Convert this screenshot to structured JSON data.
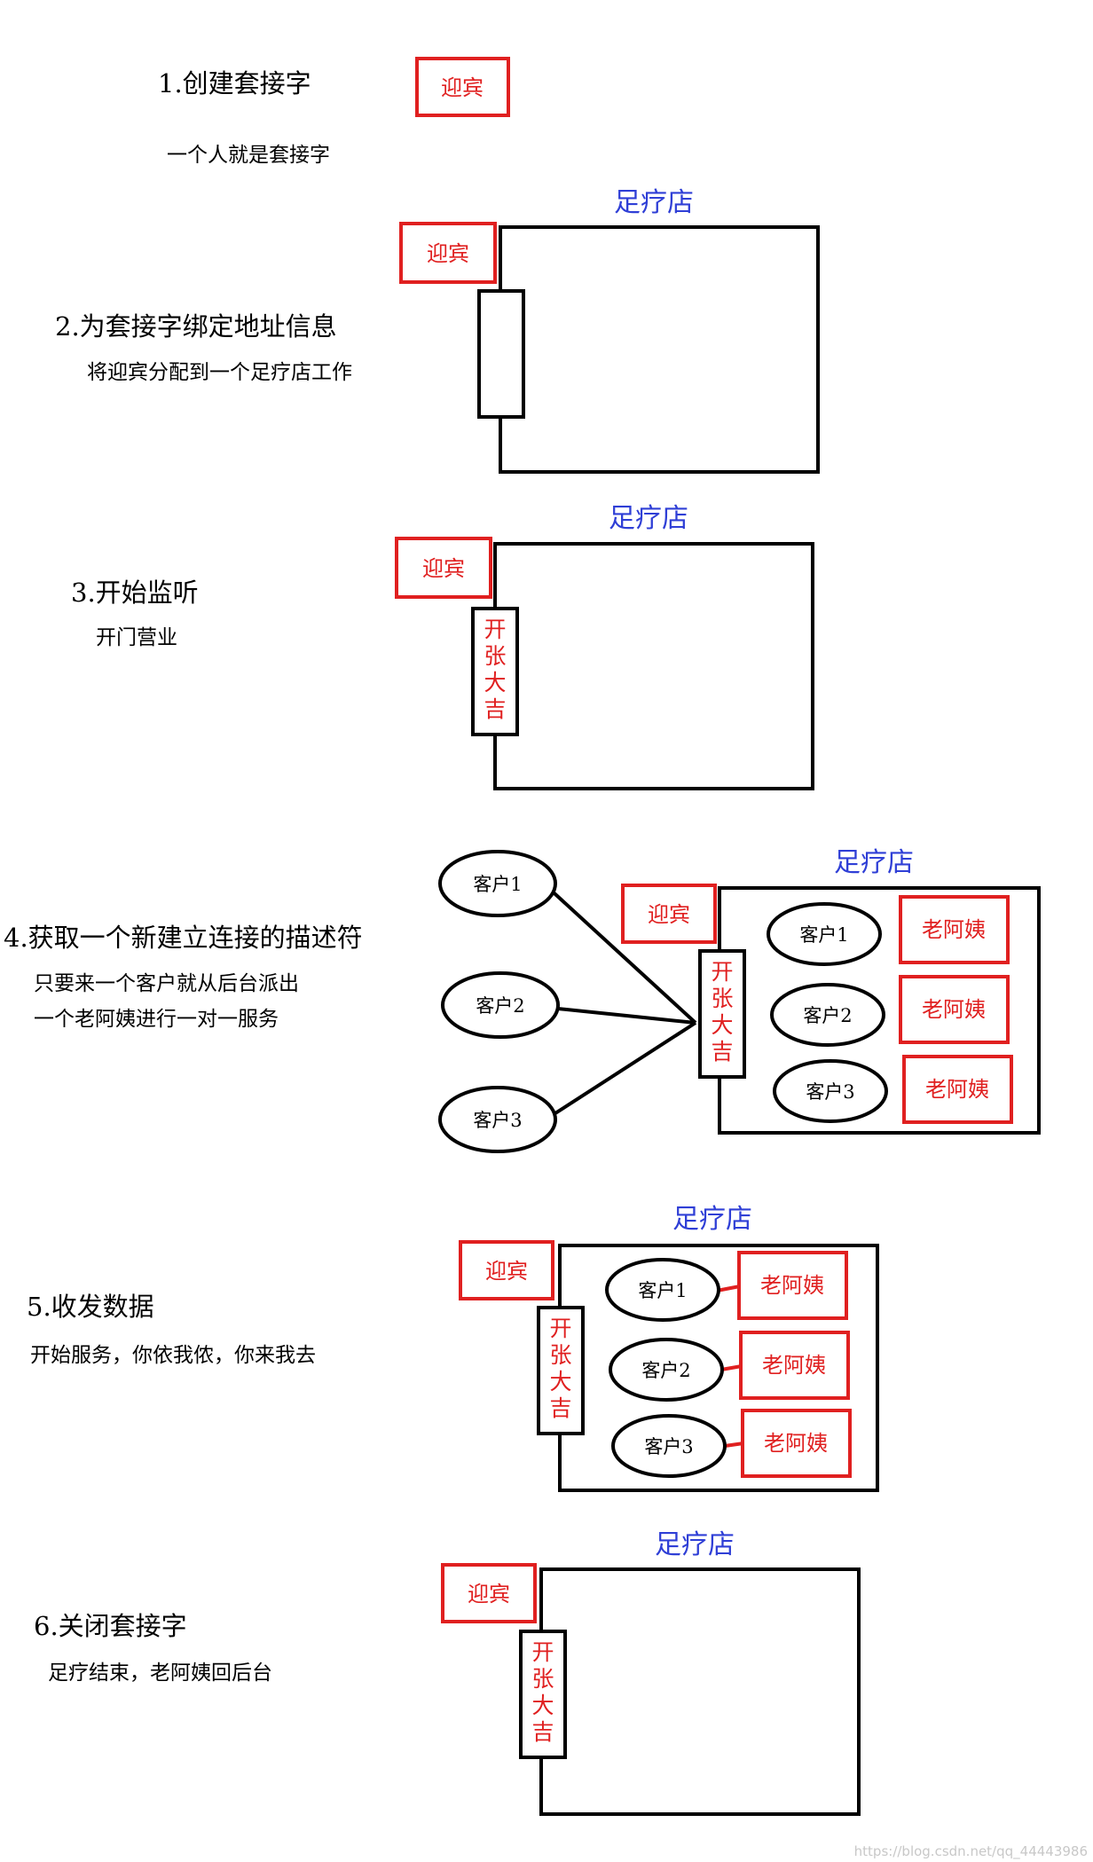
{
  "steps": [
    {
      "title": "1.创建套接字",
      "desc": "一个人就是套接字"
    },
    {
      "title": "2.为套接字绑定地址信息",
      "desc": "将迎宾分配到一个足疗店工作"
    },
    {
      "title": "3.开始监听",
      "desc": "开门营业"
    },
    {
      "title": "4.获取一个新建立连接的描述符",
      "desc": "只要来一个客户就从后台派出",
      "desc2": "一个老阿姨进行一对一服务"
    },
    {
      "title": "5.收发数据",
      "desc": "开始服务，你依我侬，你来我去"
    },
    {
      "title": "6.关闭套接字",
      "desc": "足疗结束，老阿姨回后台"
    }
  ],
  "labels": {
    "shop": "足疗店",
    "greeter": "迎宾",
    "opening": [
      "开",
      "张",
      "大",
      "吉"
    ],
    "auntie": "老阿姨",
    "clients": [
      "客户1",
      "客户2",
      "客户3"
    ]
  },
  "colors": {
    "red": "#e02020",
    "blue": "#2f3fd6",
    "black": "#000000"
  },
  "watermark": "https://blog.csdn.net/qq_44443986"
}
